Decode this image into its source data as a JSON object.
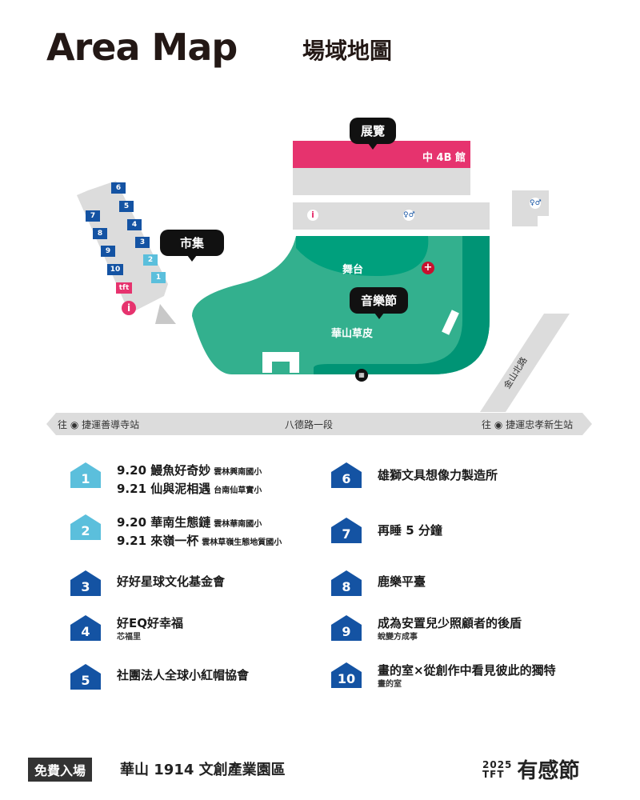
{
  "header": {
    "title": "Area Map",
    "subtitle": "場域地圖"
  },
  "map": {
    "callouts": {
      "exhibition": "展覽",
      "market": "市集",
      "music": "音樂節"
    },
    "hall_label": "中 4B 館",
    "stage_label": "舞台",
    "lawn_label": "華山草皮",
    "road_main": "八德路一段",
    "road_side": "金山北路",
    "station_left": "往 ◉ 捷運善導寺站",
    "station_right": "往 ◉ 捷運忠孝新生站",
    "booth_numbers": [
      "6",
      "5",
      "4",
      "3",
      "2",
      "1",
      "7",
      "8",
      "9",
      "10"
    ],
    "tft_label": "tft",
    "icons": [
      "info-icon",
      "restroom-icon",
      "first-aid-icon",
      "qr-code-icon"
    ]
  },
  "colors": {
    "pink": "#e6336e",
    "light_blue": "#5bbfdc",
    "dark_blue": "#1453a3",
    "green_dark": "#009475",
    "green_light": "#33b08e",
    "gray": "#dcdcdc"
  },
  "legend": {
    "items": [
      {
        "num": "1",
        "lines": [
          {
            "main": "9.20 鰻魚好奇妙",
            "small": "雲林興南國小"
          },
          {
            "main": "9.21 仙與泥相遇",
            "small": "台南仙草實小"
          }
        ],
        "sub": ""
      },
      {
        "num": "2",
        "lines": [
          {
            "main": "9.20 華南生態鏈",
            "small": "雲林華南國小"
          },
          {
            "main": "9.21 來嶺一杯",
            "small": "雲林草嶺生態地質國小"
          }
        ],
        "sub": ""
      },
      {
        "num": "3",
        "lines": [
          {
            "main": "好好星球文化基金會",
            "small": ""
          }
        ],
        "sub": ""
      },
      {
        "num": "4",
        "lines": [
          {
            "main": "好EQ好幸福",
            "small": ""
          }
        ],
        "sub": "芯福里"
      },
      {
        "num": "5",
        "lines": [
          {
            "main": "社團法人全球小紅帽協會",
            "small": ""
          }
        ],
        "sub": ""
      },
      {
        "num": "6",
        "lines": [
          {
            "main": "雄獅文具想像力製造所",
            "small": ""
          }
        ],
        "sub": ""
      },
      {
        "num": "7",
        "lines": [
          {
            "main": "再睡 5 分鐘",
            "small": ""
          }
        ],
        "sub": ""
      },
      {
        "num": "8",
        "lines": [
          {
            "main": "鹿樂平臺",
            "small": ""
          }
        ],
        "sub": ""
      },
      {
        "num": "9",
        "lines": [
          {
            "main": "成為安置兒少照顧者的後盾",
            "small": ""
          }
        ],
        "sub": "蛻變方成事"
      },
      {
        "num": "10",
        "lines": [
          {
            "main": "畫的室×從創作中看見彼此的獨特",
            "small": ""
          }
        ],
        "sub": "畫的室"
      }
    ]
  },
  "footer": {
    "badge": "免費入場",
    "venue": "華山 1914 文創產業園區",
    "brand_year": "2025",
    "brand_tft": "TFT",
    "brand_name": "有感節"
  }
}
